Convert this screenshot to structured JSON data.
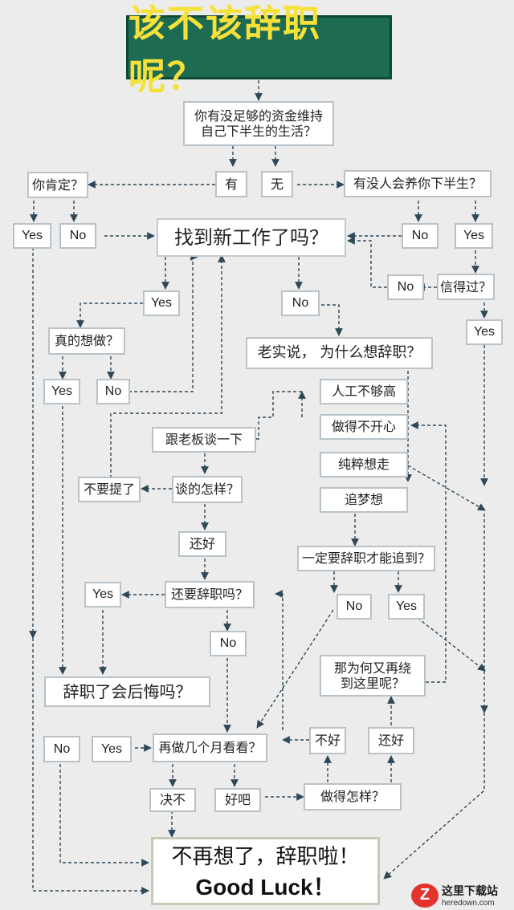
{
  "title": "该不该辞职呢？",
  "nodes": {
    "q_funds_line1": "你有没足够的资金维持",
    "q_funds_line2": "自己下半生的生活？",
    "have": "有",
    "none": "无",
    "q_sure": "你肯定？",
    "q_support": "有没人会养你下半生？",
    "yes_sure": "Yes",
    "no_sure": "No",
    "q_newjob": "找到新工作了吗？",
    "no_support": "No",
    "yes_support": "Yes",
    "no_trust": "No",
    "q_trust": "信得过？",
    "yes_newjob": "Yes",
    "no_newjob": "No",
    "yes_trust": "Yes",
    "q_really": "真的想做？",
    "q_why": "老实说，  为什么想辞职？",
    "yes_really": "Yes",
    "no_really": "No",
    "r_salary": "人工不够高",
    "r_unhappy": "做得不开心",
    "talk_boss": "跟老板谈一下",
    "r_purely": "纯粹想走",
    "dont_mention": "不要提了",
    "q_talk": "谈的怎样？",
    "r_dream": "追梦想",
    "ok_talk": "还好",
    "q_dream": "一定要辞职才能追到？",
    "yes_still": "Yes",
    "q_still": "还要辞职吗？",
    "no_dream": "No",
    "yes_dream": "Yes",
    "no_still": "No",
    "q_why_back_line1": "那为何又再绕",
    "q_why_back_line2": "到这里呢？",
    "q_regret": "辞职了会后悔吗？",
    "no_regret": "No",
    "yes_regret": "Yes",
    "try_months": "再做几个月看看？",
    "bad": "不好",
    "fine": "还好",
    "decided_no": "决不",
    "ok_fine": "好吧",
    "q_how": "做得怎样？"
  },
  "final": {
    "line1": "不再想了，辞职啦！",
    "line2": "Good Luck！"
  },
  "watermark": {
    "logo": "Z",
    "name": "这里下载站",
    "url": "heredown.com"
  }
}
